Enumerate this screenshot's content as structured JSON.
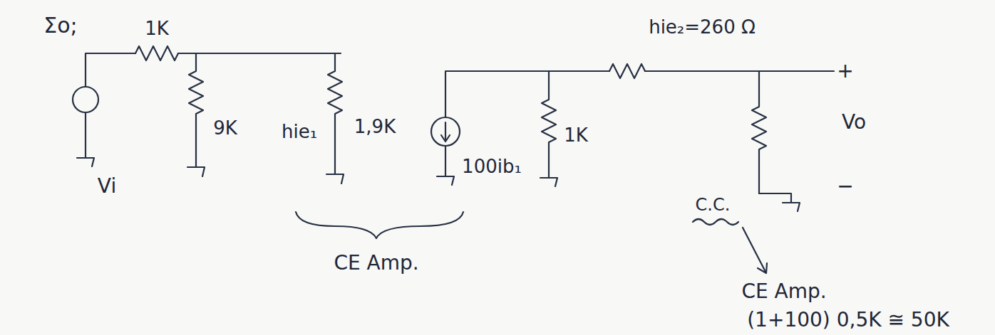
{
  "diagram": {
    "labels": [
      "Σo;",
      "1K",
      "9K",
      "hie₁",
      "1,9K",
      "Vi",
      "CE Amp.",
      "100ib₁",
      "1K",
      "hie₂=260 Ω",
      "+",
      "Vo",
      "−",
      "C.C.",
      "CE Amp.",
      "(1+100) 0,5K ≅ 50K"
    ]
  }
}
